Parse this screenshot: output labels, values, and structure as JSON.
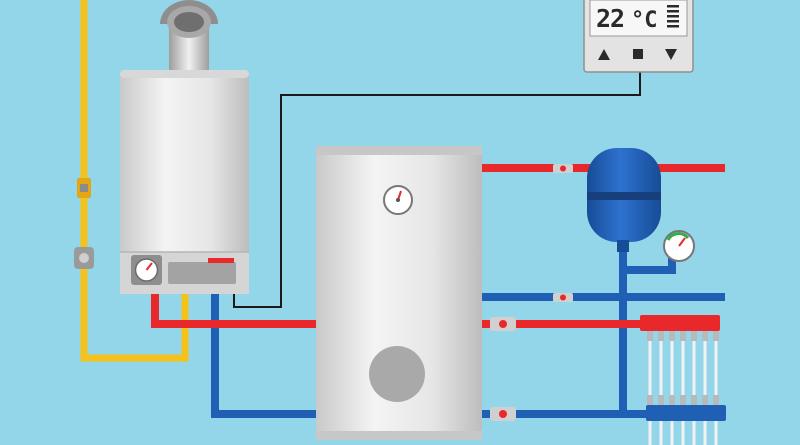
{
  "thermostat": {
    "temperature": "22",
    "unit": "°C",
    "buttons": [
      "up",
      "stop",
      "down"
    ]
  },
  "colors": {
    "background": "#93d6ea",
    "hot_pipe": "#e8282b",
    "cold_pipe": "#1f5fb4",
    "gas_pipe": "#f5c21b",
    "control_wire": "#1a1a1a",
    "tank": "#e2e2e2",
    "expansion_vessel": "#1f5fb4",
    "manifold_hot": "#e8282b",
    "manifold_cold": "#1f5fb4"
  },
  "icons": {
    "thermostat": "thermostat-icon",
    "boiler_gauge": "pressure-gauge-icon",
    "tank_gauge": "temperature-gauge-icon",
    "vessel_gauge": "pressure-gauge-icon",
    "valve": "valve-icon"
  }
}
